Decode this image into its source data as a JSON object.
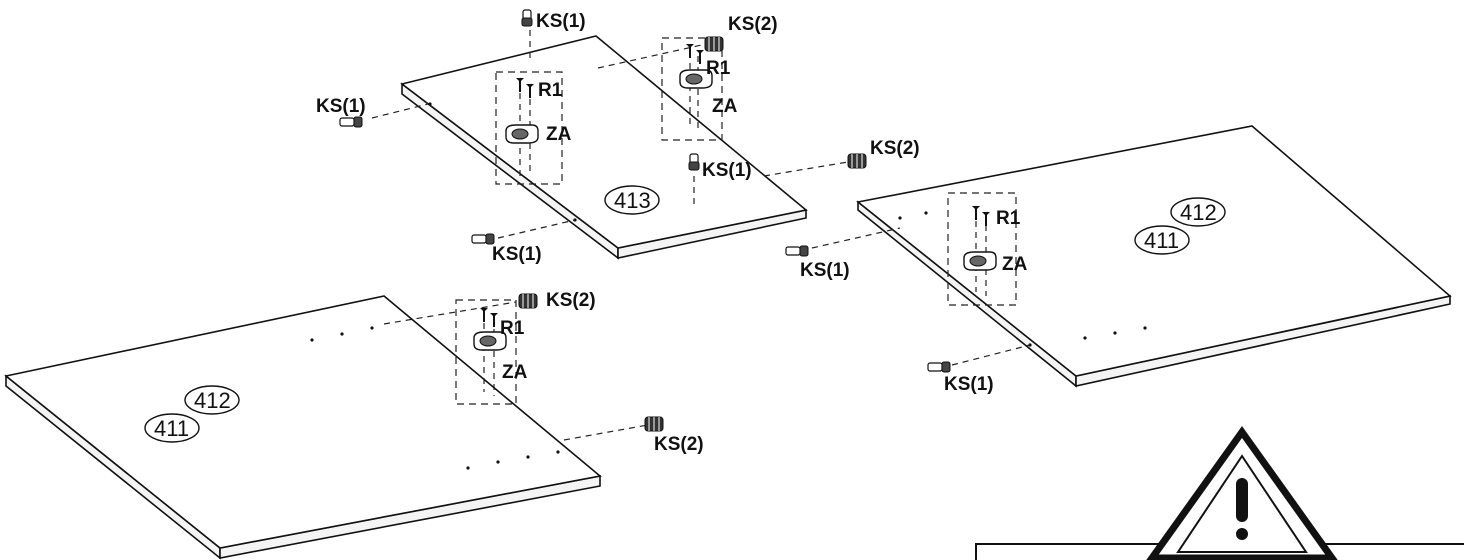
{
  "labels": {
    "ks1": "KS(1)",
    "ks2": "KS(2)",
    "r1": "R1",
    "za": "ZA"
  },
  "parts": {
    "p411": "411",
    "p412": "412",
    "p413": "413"
  },
  "colors": {
    "line": "#111111",
    "background": "#ffffff"
  },
  "icons": [
    "cam-dowel-ks1-icon",
    "cam-bolt-ks2-icon",
    "screw-r1-icon",
    "cam-lock-za-icon",
    "warning-triangle-icon"
  ]
}
